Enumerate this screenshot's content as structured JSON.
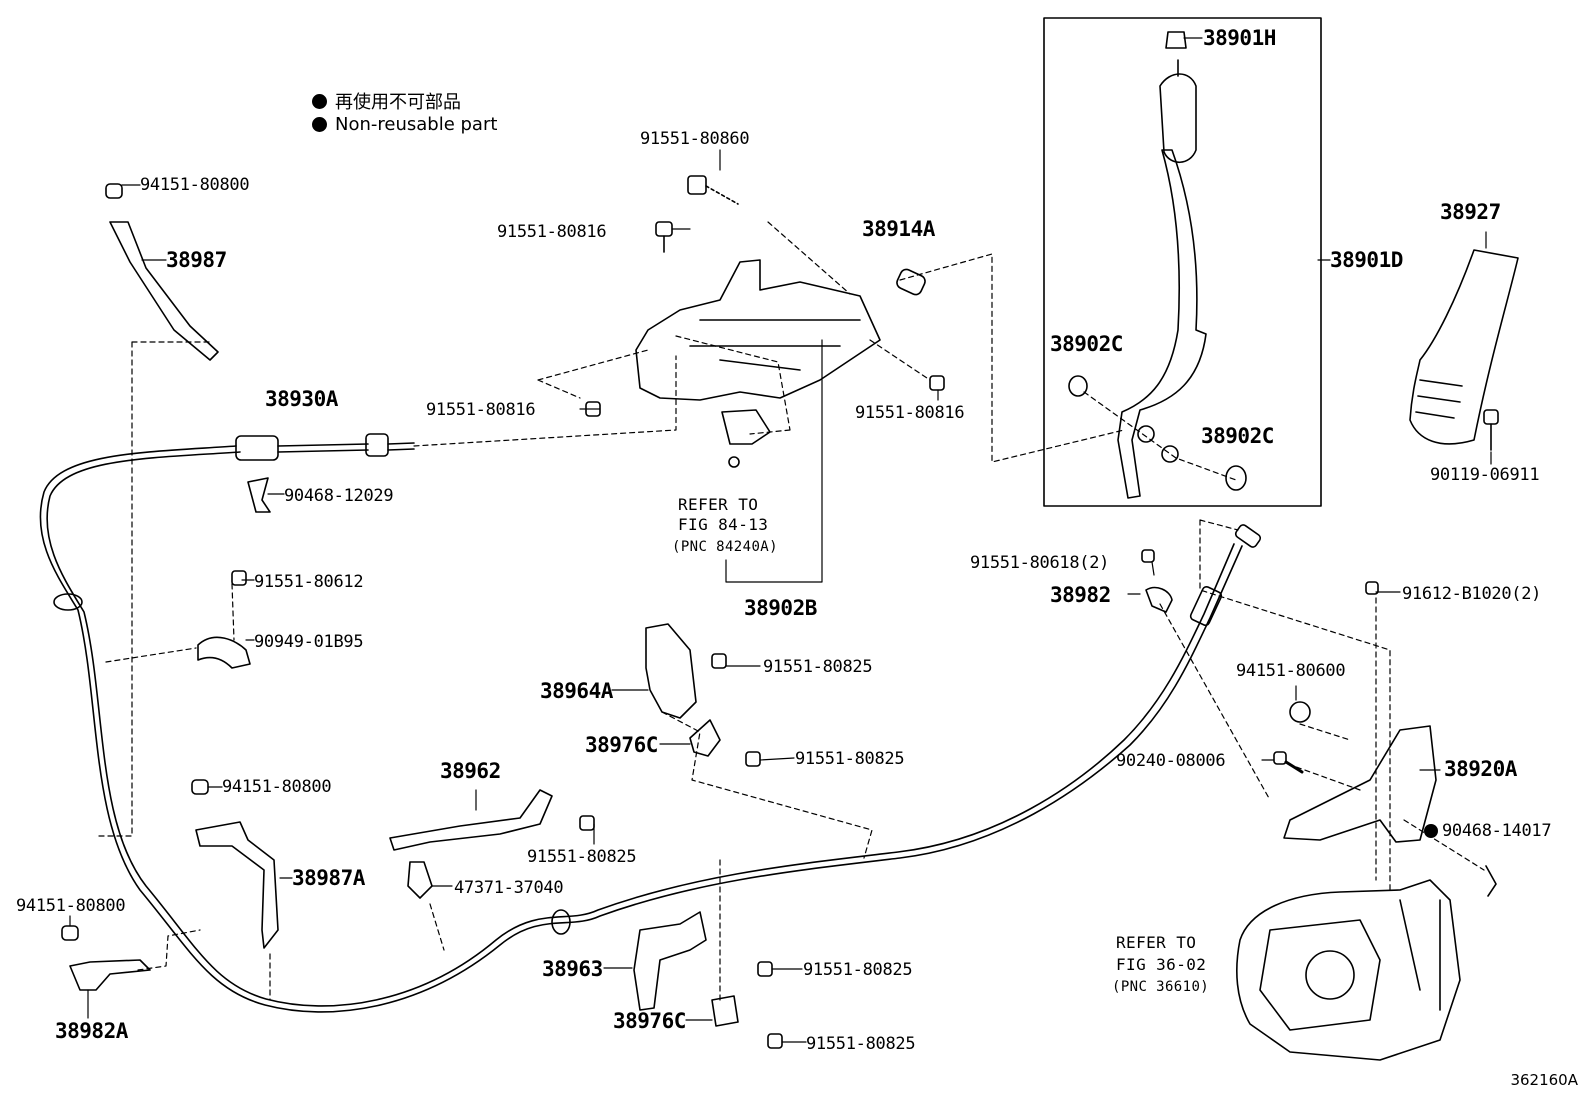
{
  "legend": {
    "jp": "再使用不可部品",
    "en": "Non-reusable part"
  },
  "figure_id": "362160A",
  "labels": {
    "p_94151_80800_a": "94151-80800",
    "p_38987": "38987",
    "p_38930A": "38930A",
    "p_90468_12029": "90468-12029",
    "p_91551_80612": "91551-80612",
    "p_90949_01B95": "90949-01B95",
    "p_94151_80800_b": "94151-80800",
    "p_38987A": "38987A",
    "p_94151_80800_c": "94151-80800",
    "p_38982A": "38982A",
    "p_91551_80860": "91551-80860",
    "p_91551_80816_a": "91551-80816",
    "p_38914A": "38914A",
    "p_91551_80816_b": "91551-80816",
    "p_91551_80816_c": "91551-80816",
    "p_38902B": "38902B",
    "p_38964A": "38964A",
    "p_91551_80825_a": "91551-80825",
    "p_38976C_a": "38976C",
    "p_91551_80825_b": "91551-80825",
    "p_38962": "38962",
    "p_91551_80825_c": "91551-80825",
    "p_47371_37040": "47371-37040",
    "p_38963": "38963",
    "p_91551_80825_d": "91551-80825",
    "p_38976C_b": "38976C",
    "p_91551_80825_e": "91551-80825",
    "p_38901H": "38901H",
    "p_38901D": "38901D",
    "p_38902C_a": "38902C",
    "p_38902C_b": "38902C",
    "p_38927": "38927",
    "p_90119_06911": "90119-06911",
    "p_91551_80618": "91551-80618(2)",
    "p_38982": "38982",
    "p_91612_B1020": "91612-B1020(2)",
    "p_94151_80600": "94151-80600",
    "p_90240_08006": "90240-08006",
    "p_38920A": "38920A",
    "p_90468_14017": "90468-14017"
  },
  "refer_notes": {
    "fig_84_13": {
      "line1": "REFER TO",
      "line2": "FIG 84-13",
      "line3": "(PNC 84240A)"
    },
    "fig_36_02": {
      "line1": "REFER TO",
      "line2": "FIG 36-02",
      "line3": "(PNC 36610)"
    }
  }
}
